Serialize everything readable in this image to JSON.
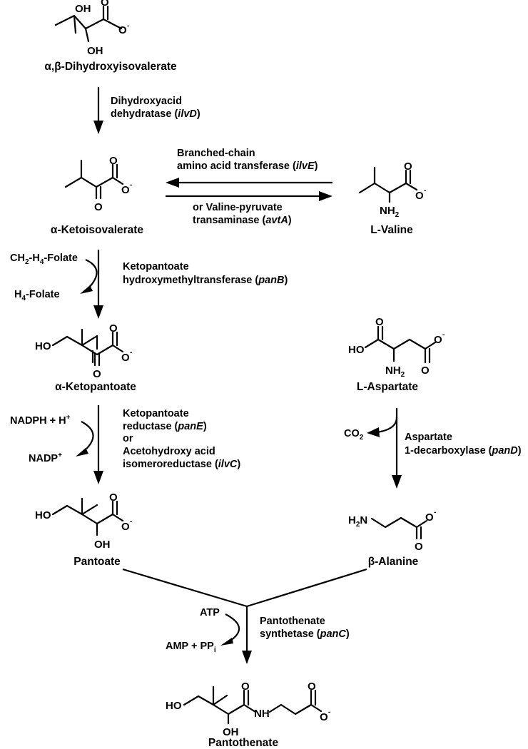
{
  "compounds": {
    "dihydroxyisovalerate": "α,β-Dihydroxyisovalerate",
    "ketoisovalerate": "α-Ketoisovalerate",
    "valine": "L-Valine",
    "ketopantoate": "α-Ketopantoate",
    "aspartate": "L-Aspartate",
    "pantoate": "Pantoate",
    "alanine": "β-Alanine",
    "pantothenate": "Pantothenate"
  },
  "atoms": {
    "OH": "OH",
    "HO": "HO",
    "O": "O",
    "NH": "NH",
    "NH2": "NH",
    "H2N": "H",
    "H2N_tail": "N",
    "sub2": "2",
    "minus": "-"
  },
  "enzymes": {
    "ilvD_1": "Dihydroxyacid",
    "ilvD_2": "dehydratase (",
    "ilvD_gene": "ilvD",
    "ilvE_1": "Branched-chain",
    "ilvE_2": "amino acid transferase (",
    "ilvE_gene": "ilvE",
    "avtA_1": "or Valine-pyruvate",
    "avtA_2": "transaminase (",
    "avtA_gene": "avtA",
    "panB_1": "Ketopantoate",
    "panB_2": "hydroxymethyltransferase (",
    "panB_gene": "panB",
    "panE_1": "Ketopantoate",
    "panE_2": "reductase (",
    "panE_gene": "panE",
    "or": "or",
    "ilvC_1": "Acetohydroxy acid",
    "ilvC_2": "isomeroreductase (",
    "ilvC_gene": "ilvC",
    "panD_1": "Aspartate",
    "panD_2": "1-decarboxylase (",
    "panD_gene": "panD",
    "panC_1": "Pantothenate",
    "panC_2": "synthetase (",
    "panC_gene": "panC",
    "close": ")"
  },
  "cofactors": {
    "ch2_a": "CH",
    "ch2_b": "2",
    "ch2_c": "-H",
    "ch2_d": "4",
    "ch2_e": "-Folate",
    "h4_a": "H",
    "h4_b": "4",
    "h4_c": "-Folate",
    "nadph": "NADPH + H",
    "plus": "+",
    "nadp": "NADP",
    "co2_a": "CO",
    "co2_b": "2",
    "atp": "ATP",
    "amp": "AMP + PP",
    "amp_sub": "i"
  }
}
